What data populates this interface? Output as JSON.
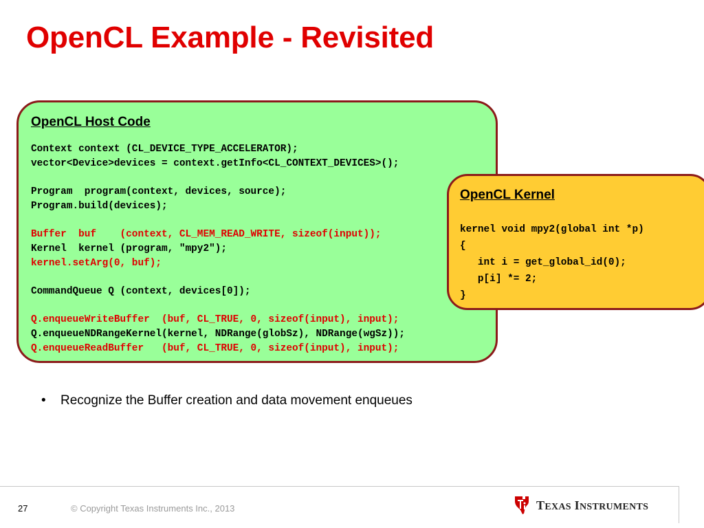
{
  "slide": {
    "title": "OpenCL Example - Revisited",
    "page_number": "27",
    "copyright": "© Copyright Texas Instruments Inc., 2013"
  },
  "host_box": {
    "heading": "OpenCL Host Code",
    "lines": [
      {
        "text": "Context context (CL_DEVICE_TYPE_ACCELERATOR);",
        "color": "#000000"
      },
      {
        "text": "vector<Device>devices = context.getInfo<CL_CONTEXT_DEVICES>();",
        "color": "#000000"
      },
      {
        "text": "",
        "color": "#000000"
      },
      {
        "text": "Program  program(context, devices, source);",
        "color": "#000000"
      },
      {
        "text": "Program.build(devices);",
        "color": "#000000"
      },
      {
        "text": "",
        "color": "#000000"
      },
      {
        "text": "Buffer  buf    (context, CL_MEM_READ_WRITE, sizeof(input));",
        "color": "#e00000"
      },
      {
        "text": "Kernel  kernel (program, \"mpy2\");",
        "color": "#000000"
      },
      {
        "text": "kernel.setArg(0, buf);",
        "color": "#e00000"
      },
      {
        "text": "",
        "color": "#000000"
      },
      {
        "text": "CommandQueue Q (context, devices[0]);",
        "color": "#000000"
      },
      {
        "text": "",
        "color": "#000000"
      },
      {
        "text": "Q.enqueueWriteBuffer  (buf, CL_TRUE, 0, sizeof(input), input);",
        "color": "#e00000"
      },
      {
        "text": "Q.enqueueNDRangeKernel(kernel, NDRange(globSz), NDRange(wgSz));",
        "color": "#000000"
      },
      {
        "text": "Q.enqueueReadBuffer   (buf, CL_TRUE, 0, sizeof(input), input);",
        "color": "#e00000"
      }
    ]
  },
  "kernel_box": {
    "heading": "OpenCL Kernel",
    "lines": [
      {
        "text": "kernel void mpy2(global int *p)"
      },
      {
        "text": "{"
      },
      {
        "text": "   int i = get_global_id(0);"
      },
      {
        "text": "   p[i] *= 2;"
      },
      {
        "text": "}"
      }
    ]
  },
  "bullets": [
    "Recognize the Buffer creation and  data movement enqueues"
  ],
  "logo": {
    "name": "ti-logo-icon",
    "text_initial_1": "T",
    "text_rest_1": "EXAS",
    "text_initial_2": "I",
    "text_rest_2": "NSTRUMENTS"
  },
  "colors": {
    "title": "#e00000",
    "host_box_fill": "#99ff99",
    "kernel_box_fill": "#ffcc33",
    "box_border": "#8b1a1a",
    "highlight_code": "#e00000",
    "ti_red": "#cc0000"
  }
}
